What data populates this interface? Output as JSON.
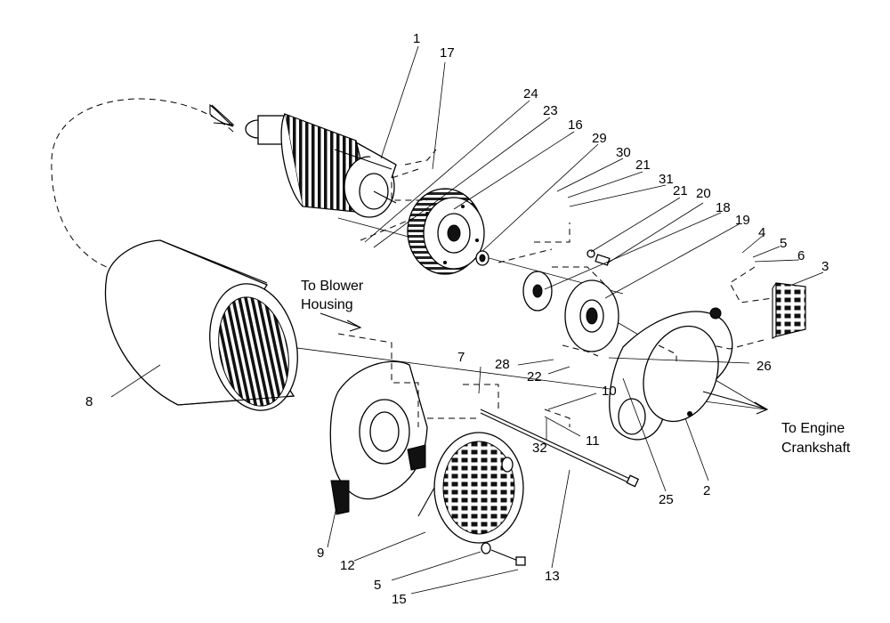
{
  "labels": {
    "l1": "1",
    "l17": "17",
    "l24": "24",
    "l23": "23",
    "l16": "16",
    "l29": "29",
    "l30": "30",
    "l21a": "21",
    "l31": "31",
    "l21b": "21",
    "l20": "20",
    "l18": "18",
    "l19": "19",
    "l4": "4",
    "l5a": "5",
    "l6": "6",
    "l3": "3",
    "l8": "8",
    "l7": "7",
    "l28": "28",
    "l22": "22",
    "l10": "10",
    "l26": "26",
    "l11": "11",
    "l32": "32",
    "l25": "25",
    "l2": "2",
    "l9": "9",
    "l12": "12",
    "l13": "13",
    "l5b": "5",
    "l15": "15"
  },
  "notes": {
    "blower_line1": "To Blower",
    "blower_line2": "Housing",
    "engine_line1": "To Engine",
    "engine_line2": "Crankshaft"
  },
  "colors": {
    "ink": "#000000",
    "paper": "#ffffff"
  }
}
